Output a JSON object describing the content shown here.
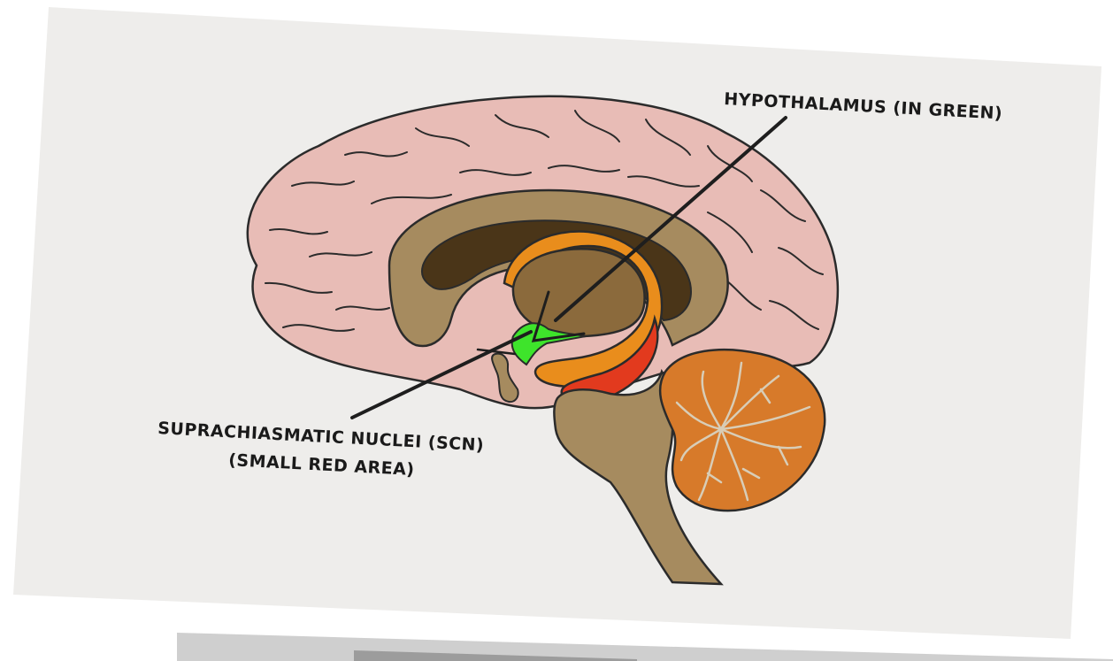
{
  "labels": {
    "hypothalamus": "HYPOTHALAMUS (IN GREEN)",
    "scn_line1": "SUPRACHIASMATIC NUCLEI (SCN)",
    "scn_line2": "(SMALL RED AREA)"
  },
  "colors": {
    "paper": "#eeedeb",
    "cortex": "#e8bcb6",
    "corpus_callosum": "#a68b5f",
    "ventricle": "#4a3518",
    "thalamus": "#8b6a3c",
    "fornix": "#e98d1c",
    "red_region": "#e23a1e",
    "hypothalamus": "#3ee42b",
    "brainstem": "#a68b5f",
    "cerebellum": "#d77a2a",
    "cerebellum_veins": "#d8cdb7",
    "outline": "#2b2b2b"
  }
}
